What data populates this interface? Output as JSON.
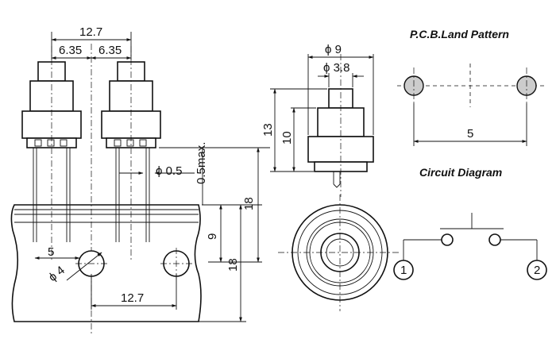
{
  "headings": {
    "land_pattern": "P.C.B.Land Pattern",
    "circuit": "Circuit Diagram"
  },
  "front_view": {
    "pitch_top": "12.7",
    "half_left": "6.35",
    "half_right": "6.35",
    "lead_dia": "ϕ 0.5",
    "standoff": "0.5max.",
    "height_total": "18",
    "panel_height": "9",
    "panel_total": "18",
    "hole_offset": "5",
    "hole_dia": "ϕ 4",
    "hole_pitch": "12.7"
  },
  "side_view": {
    "cap_dia": "ϕ 9",
    "plunger_dia": "ϕ 3.8",
    "height_13": "13",
    "height_10": "10"
  },
  "land_pattern": {
    "spacing": "5"
  },
  "circuit": {
    "pin1": "1",
    "pin2": "2"
  }
}
